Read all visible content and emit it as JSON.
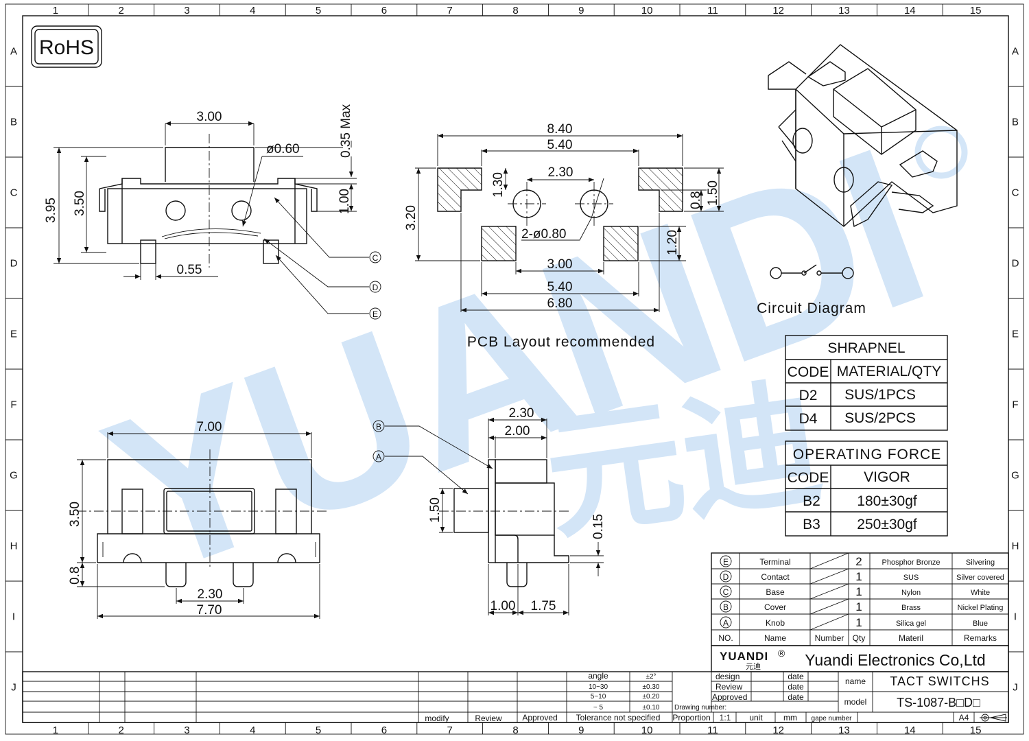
{
  "grid": {
    "cols": [
      "1",
      "2",
      "3",
      "4",
      "5",
      "6",
      "7",
      "8",
      "9",
      "10",
      "11",
      "12",
      "13",
      "14",
      "15"
    ],
    "rows": [
      "A",
      "B",
      "C",
      "D",
      "E",
      "F",
      "G",
      "H",
      "I",
      "J"
    ]
  },
  "badge": "RoHS",
  "watermark": {
    "text": "YUANDI",
    "cjk": "元迪",
    "color": "#cfe3f7",
    "accent": "#d8f0c8"
  },
  "side_view": {
    "dims": {
      "top_width": "3.00",
      "max": "0.35 Max",
      "hole": "ø0.60",
      "h_total": "3.95",
      "h_body": "3.50",
      "h_1": "1.00",
      "foot": "0.55"
    },
    "callouts": [
      "C",
      "D",
      "E"
    ]
  },
  "pcb": {
    "dims": {
      "w_outer": "8.40",
      "w_inner": "5.40",
      "pitch": "2.30",
      "h_total": "3.20",
      "pad_h": "1.30",
      "right_h1": "1.50",
      "right_h2": "0.8",
      "holes": "2-ø0.80",
      "bot_h": "1.20",
      "bot_1": "3.00",
      "bot_2": "5.40",
      "bot_3": "6.80"
    },
    "caption": "PCB Layout recommended"
  },
  "circuit_caption": "Circuit Diagram",
  "bottom_view": {
    "dims": {
      "width": "7.00",
      "height": "3.50",
      "pin_h": "0.8",
      "pitch": "2.30",
      "total": "7.70"
    }
  },
  "front_view": {
    "dims": {
      "w1": "2.30",
      "w2": "2.00",
      "h": "1.50",
      "t": "0.15",
      "b1": "1.00",
      "b2": "1.75"
    },
    "callouts": [
      "B",
      "A"
    ]
  },
  "shrapnel": {
    "title": "SHRAPNEL",
    "head": [
      "CODE",
      "MATERIAL/QTY"
    ],
    "rows": [
      [
        "D2",
        "SUS/1PCS"
      ],
      [
        "D4",
        "SUS/2PCS"
      ]
    ]
  },
  "force": {
    "title": "OPERATING FORCE",
    "head": [
      "CODE",
      "VIGOR"
    ],
    "rows": [
      [
        "B2",
        "180±30gf"
      ],
      [
        "B3",
        "250±30gf"
      ]
    ]
  },
  "bom": {
    "rows": [
      [
        "E",
        "Terminal",
        "2",
        "Phosphor Bronze",
        "Silvering"
      ],
      [
        "D",
        "Contact",
        "1",
        "SUS",
        "Silver covered"
      ],
      [
        "C",
        "Base",
        "1",
        "Nylon",
        "White"
      ],
      [
        "B",
        "Cover",
        "1",
        "Brass",
        "Nickel Plating"
      ],
      [
        "A",
        "Knob",
        "1",
        "Silica gel",
        "Blue"
      ]
    ],
    "head": [
      "NO.",
      "Name",
      "Number",
      "Qty",
      "Materil",
      "Remarks"
    ]
  },
  "company": {
    "logo": "YUANDI",
    "logo_cjk": "元迪",
    "mark": "®",
    "name": "Yuandi Electronics Co,Ltd"
  },
  "title_block": {
    "design": "design",
    "review": "Review",
    "approved": "Approved",
    "date": "date",
    "name_label": "name",
    "name_value": "TACT SWITCHS",
    "model_label": "model",
    "model_value": "TS-1087-B□D□",
    "drawing_number": "Drawing number:",
    "proportion": "Proportion",
    "scale": "1:1",
    "unit": "unit",
    "mm": "mm",
    "page_number": "gape number",
    "size": "A4"
  },
  "tolerance": {
    "rows": [
      [
        "angle",
        "±2°"
      ],
      [
        "10~30",
        "±0.30"
      ],
      [
        "5~10",
        "±0.20"
      ],
      [
        "~ 5",
        "±0.10"
      ]
    ],
    "footer": "Tolerance not specified"
  },
  "revision": {
    "modify": "modify",
    "review": "Review",
    "approved": "Approved"
  }
}
